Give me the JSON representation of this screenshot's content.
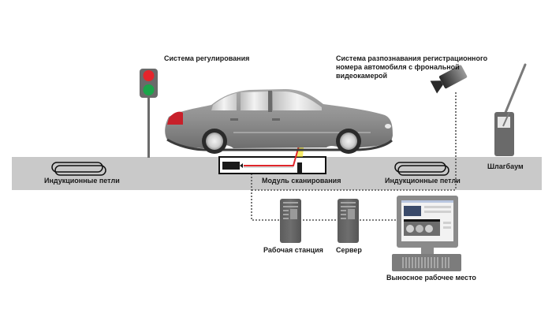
{
  "diagram": {
    "title": "Automatic license plate recognition system layout",
    "labels": {
      "traffic_control": "Система регулирования",
      "plate_recognition": "Система разпознавания регистрационного\nномера автомобиля с фрональной\nвидеокамерой",
      "barrier": "Шлагбаум",
      "induction_loops_left": "Индукционные петли",
      "induction_loops_right": "Индукционные петли",
      "scan_module": "Модуль сканирования",
      "workstation": "Рабочая станция",
      "server": "Сервер",
      "remote_workplace": "Выносное рабочее место"
    },
    "components": [
      {
        "id": "traffic-light",
        "icon": "traffic-light-icon",
        "lights": [
          "red",
          "green"
        ]
      },
      {
        "id": "car",
        "icon": "car-icon"
      },
      {
        "id": "camera",
        "icon": "video-camera-icon"
      },
      {
        "id": "barrier",
        "icon": "barrier-gate-icon"
      },
      {
        "id": "loop-left",
        "icon": "induction-loop-icon"
      },
      {
        "id": "loop-right",
        "icon": "induction-loop-icon"
      },
      {
        "id": "scan-module",
        "icon": "scanner-module-icon"
      },
      {
        "id": "workstation",
        "icon": "server-tower-icon"
      },
      {
        "id": "server",
        "icon": "server-tower-icon"
      },
      {
        "id": "remote-pc",
        "icon": "monitor-icon"
      }
    ],
    "colors": {
      "road": "#c9c9c9",
      "car_body": "#8e8e8e",
      "dark_gray": "#5a5a5a",
      "tail_light": "#c8202a",
      "signal_red": "#e4252c",
      "signal_green": "#1aa54a",
      "laser_red": "#e0262b",
      "laser_yellow": "#f4e21c",
      "connector": "#555555"
    }
  }
}
